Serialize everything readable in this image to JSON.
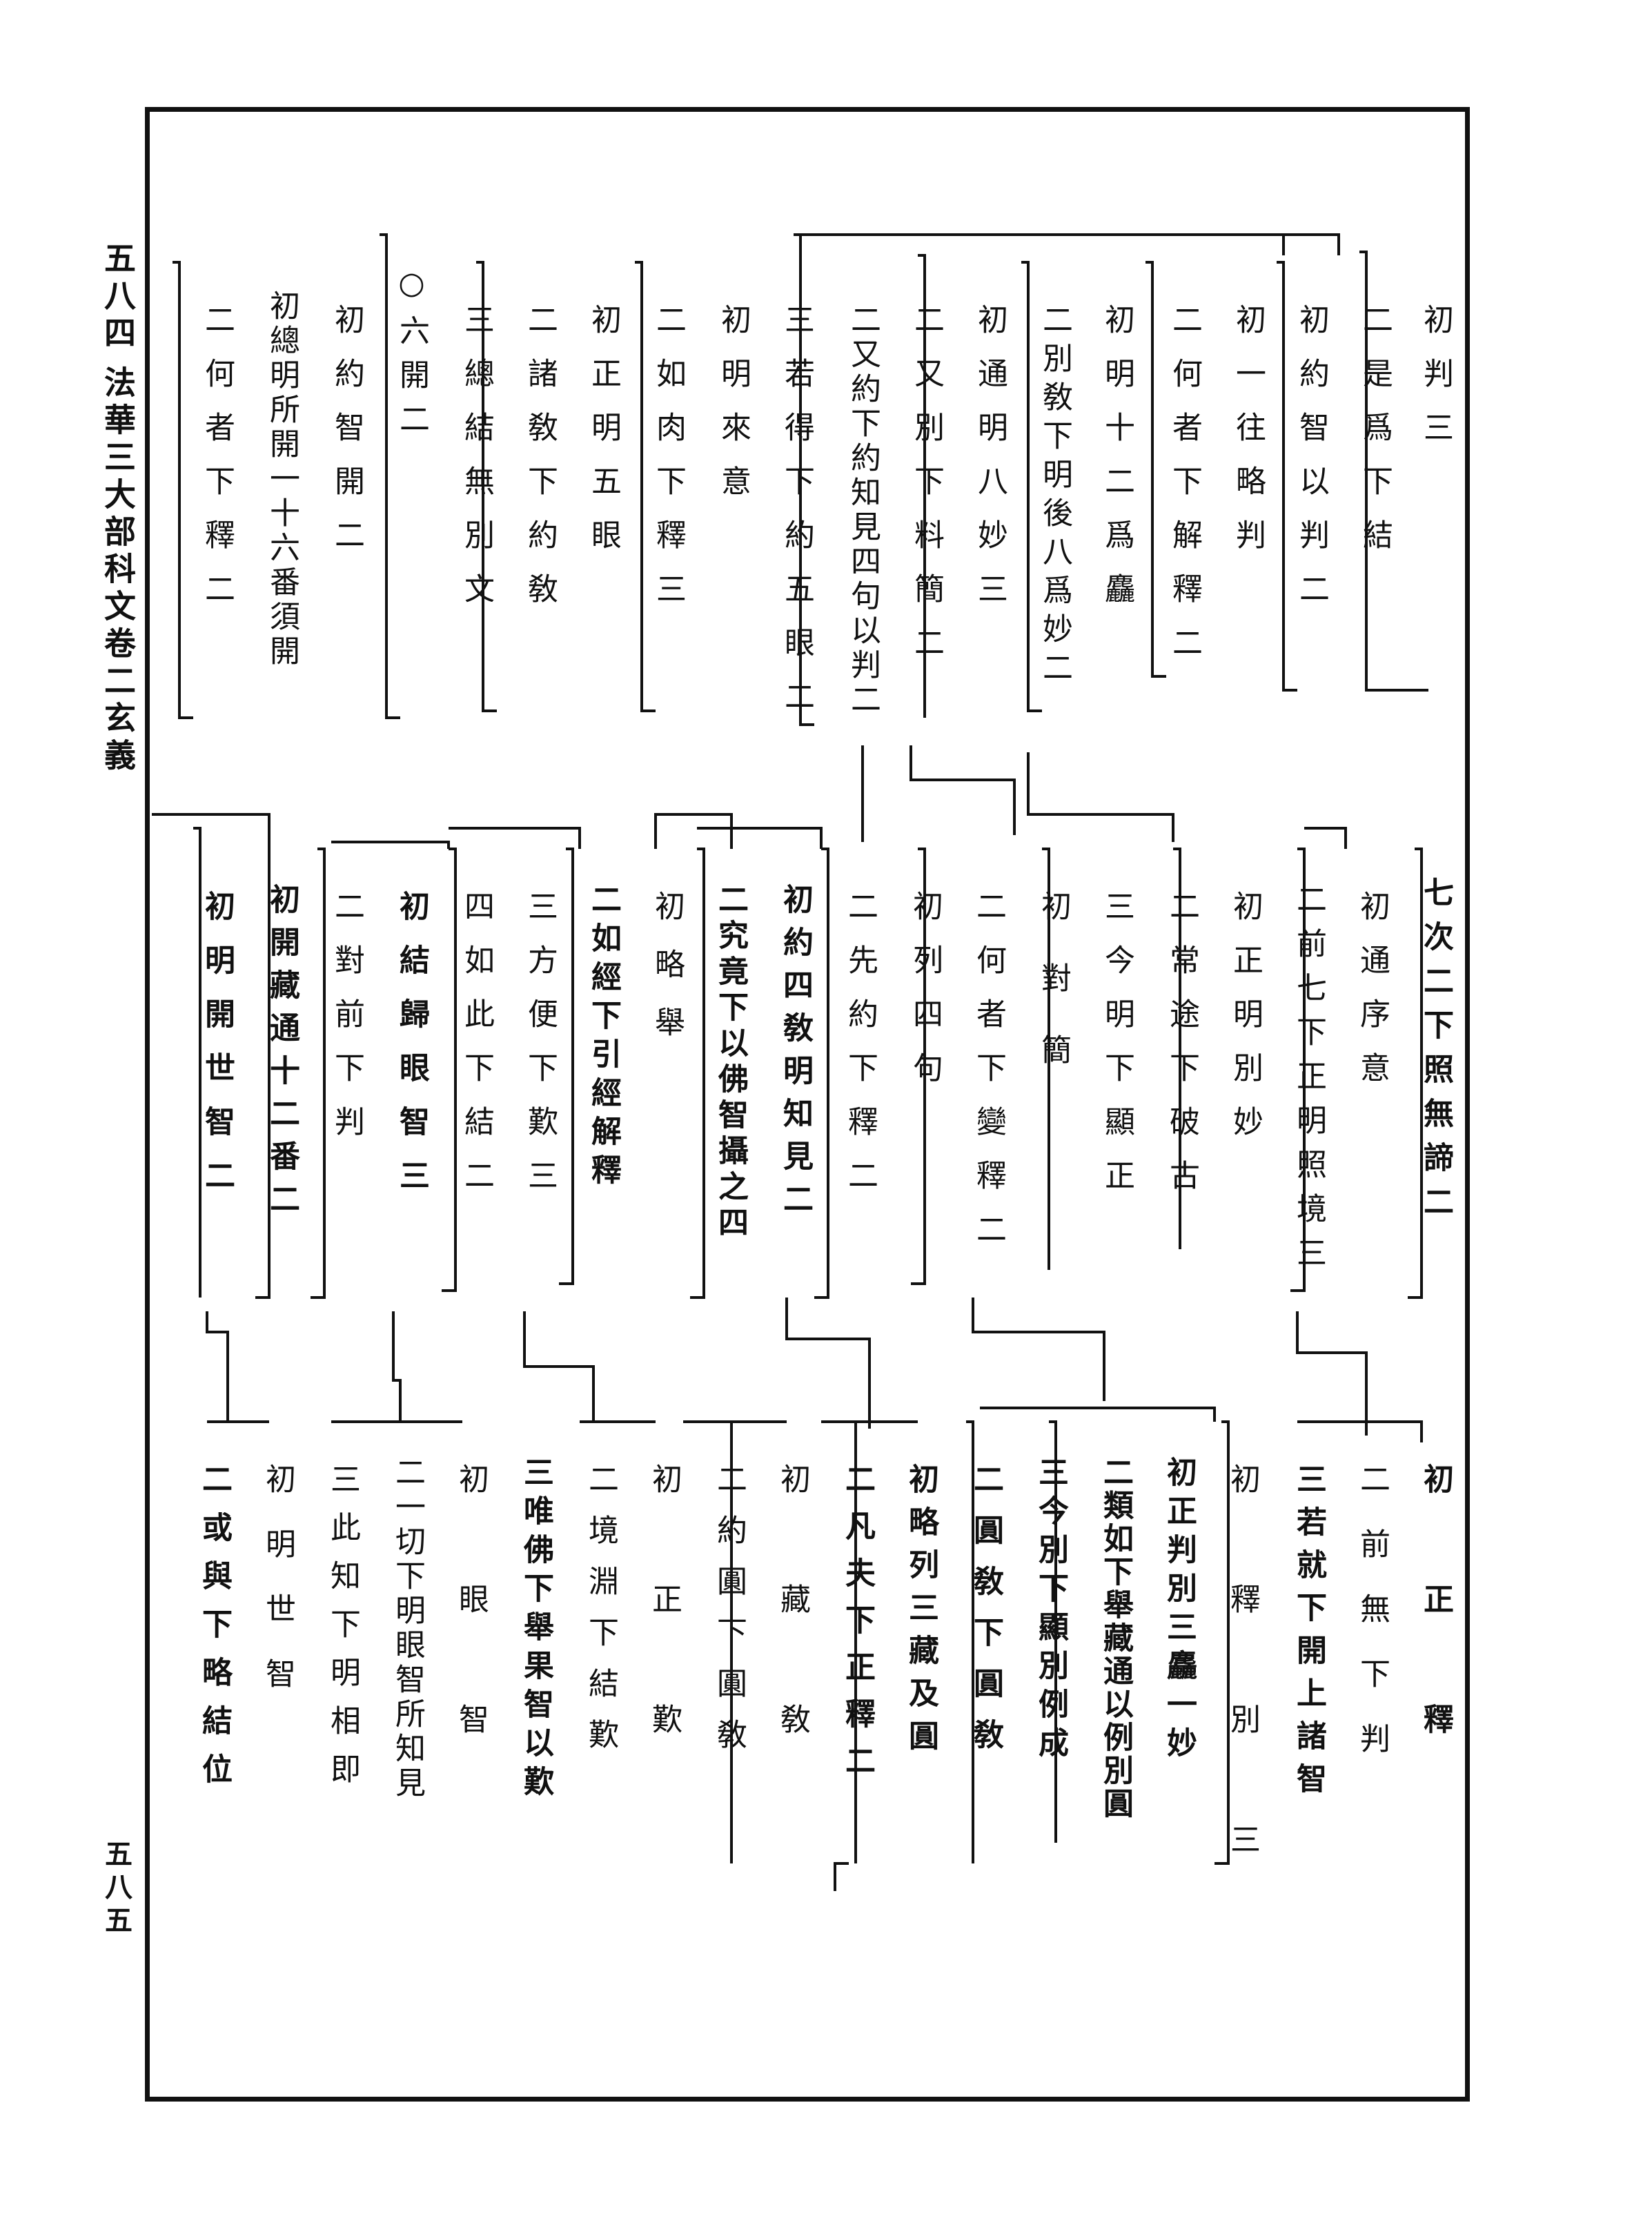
{
  "margin": {
    "page_left": "五八四",
    "book_title": "法華三大部科文卷二玄義",
    "page_right": "五八五"
  },
  "rows": [
    {
      "entries": [
        {
          "text": "初判三"
        },
        {
          "text": "二是爲下結"
        },
        {
          "text": "初約智以判二"
        },
        {
          "text": "初一往略判"
        },
        {
          "text": "二何者下解釋二"
        },
        {
          "text": "初明十二爲麤"
        },
        {
          "text": "二別敎下明後八爲妙二"
        },
        {
          "text": "初通明八妙三"
        },
        {
          "text": "二又別下料簡二"
        },
        {
          "text": "二又約下約知見四句以判二"
        },
        {
          "text": "三若得下約五眼二"
        },
        {
          "text": "初明來意"
        },
        {
          "text": "二如肉下釋三"
        },
        {
          "text": "初正明五眼"
        },
        {
          "text": "二諸敎下約敎"
        },
        {
          "text": "三總結無別文"
        },
        {
          "text": "○六開二"
        },
        {
          "text": "初約智開二"
        },
        {
          "text": "初總明所開一十六番須開"
        },
        {
          "text": "二何者下釋二"
        }
      ]
    },
    {
      "entries": [
        {
          "text": "七次二下照無諦二"
        },
        {
          "text": "初通序意"
        },
        {
          "text": "二前七下正明照境三"
        },
        {
          "text": "初正明別妙"
        },
        {
          "text": "二常途下破古"
        },
        {
          "text": "三今明下顯正"
        },
        {
          "text": "初對簡"
        },
        {
          "text": "二何者下變釋二"
        },
        {
          "text": "初列四句"
        },
        {
          "text": "二先約下釋二"
        },
        {
          "text": "初約四敎明知見二"
        },
        {
          "text": "二究竟下以佛智攝之四"
        },
        {
          "text": "初略舉"
        },
        {
          "text": "二如經下引經解釋"
        },
        {
          "text": "三方便下歎三"
        },
        {
          "text": "四如此下結二"
        },
        {
          "text": "初結歸眼智三"
        },
        {
          "text": "二對前下判"
        },
        {
          "text": "初開藏通十二番二"
        },
        {
          "text": "初明開世智二"
        }
      ]
    },
    {
      "entries": [
        {
          "text": "初正釋"
        },
        {
          "text": "二前無下判"
        },
        {
          "text": "三若就下開上諸智"
        },
        {
          "text": "初釋別三"
        },
        {
          "text": "初正判別三麤一妙"
        },
        {
          "text": "二類如下舉藏通以例別圓"
        },
        {
          "text": "三今別下顯別例成"
        },
        {
          "text": "二圓敎下圓敎"
        },
        {
          "text": "初略列三藏及圓"
        },
        {
          "text": "二凡夫下正釋二"
        },
        {
          "text": "初藏敎"
        },
        {
          "text": "二約圓下圓敎"
        },
        {
          "text": "初正歎"
        },
        {
          "text": "二境淵下結歎"
        },
        {
          "text": "三唯佛下舉果智以歎"
        },
        {
          "text": "初眼智"
        },
        {
          "text": "二一切下明眼智所知見"
        },
        {
          "text": "三此知下明相即"
        },
        {
          "text": "初明世智"
        },
        {
          "text": "二或與下略結位"
        }
      ]
    }
  ]
}
